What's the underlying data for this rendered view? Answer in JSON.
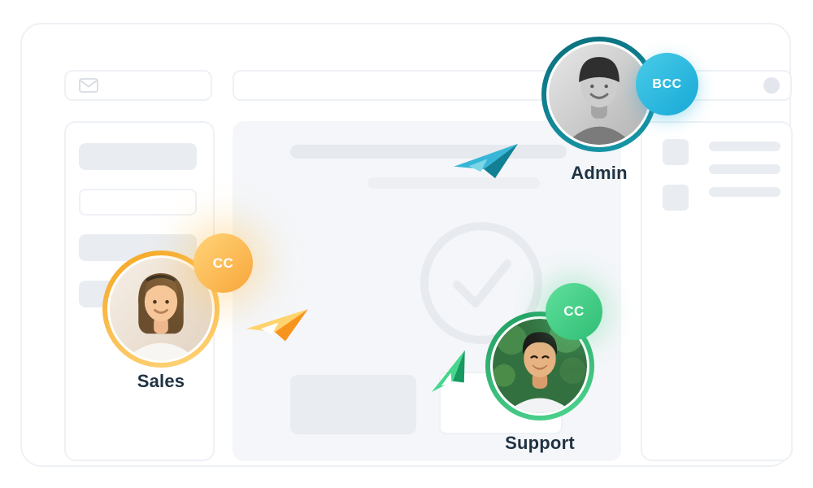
{
  "window": {
    "icons": {
      "envelope": "envelope-icon",
      "checkmark": "checkmark-circle-icon",
      "profile": "profile-dot"
    },
    "colors": {
      "frame_border": "#eef1f5",
      "placeholder_fill": "#e9ecf1",
      "content_background": "#f4f6f9"
    }
  },
  "people": {
    "admin": {
      "name": "Admin",
      "badge": "BCC",
      "ring_color": "#0e7a8a",
      "badge_color": "#1bb0da"
    },
    "sales": {
      "name": "Sales",
      "badge": "CC",
      "ring_color": "#f9b233",
      "badge_color": "#f9a93c"
    },
    "support": {
      "name": "Support",
      "badge": "CC",
      "ring_color": "#2da56a",
      "badge_color": "#3fcb82"
    }
  },
  "planes": {
    "teal": {
      "icon": "paper-plane-icon",
      "light": "#38b6d8",
      "dark": "#117f94",
      "accent": "#7cd6e8"
    },
    "orange": {
      "icon": "paper-plane-icon",
      "light": "#ffd36e",
      "dark": "#f7941d",
      "accent": "#ffffff"
    },
    "green": {
      "icon": "paper-plane-icon",
      "light": "#47d68e",
      "dark": "#169a5f",
      "accent": "#ffffff"
    }
  }
}
